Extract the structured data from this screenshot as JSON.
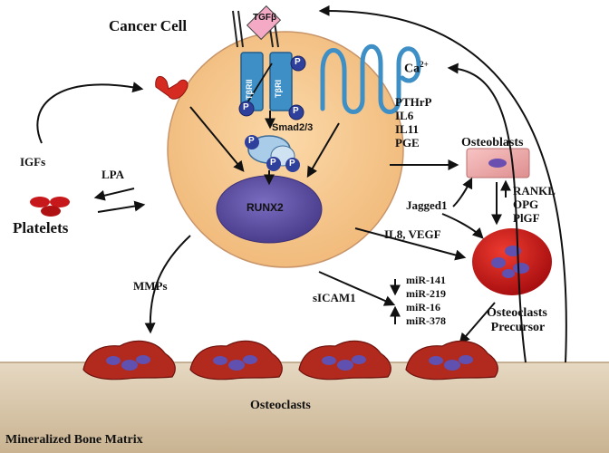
{
  "title": "Cancer Cell",
  "calcium": {
    "base": "Ca",
    "sup": "2+"
  },
  "receptor": {
    "ligand": "TGFβ",
    "r1": "TβRII",
    "r2": "TβRI",
    "phospho": "P"
  },
  "smad": "Smad2/3",
  "runx2": "RUNX2",
  "igfs": "IGFs",
  "lpa": "LPA",
  "platelets": "Platelets",
  "mmps": "MMPs",
  "secreted": [
    "PTHrP",
    "IL6",
    "IL11",
    "PGE"
  ],
  "osteoblasts": "Osteoblasts",
  "jagged": "Jagged1",
  "rankl": [
    "RANKL",
    "OPG",
    "PlGF"
  ],
  "il8": "IL8, VEGF",
  "sicam": "sICAM1",
  "mirs": [
    "miR-141",
    "miR-219",
    "miR-16",
    "miR-378"
  ],
  "precursor": [
    "Osteoclasts",
    "Precursor"
  ],
  "osteoclasts": "Osteoclasts",
  "matrix": "Mineralized Bone Matrix",
  "colors": {
    "cell": "#f8c98e",
    "nucleus": "#5e4fa0",
    "receptor": "#3d8fc6",
    "phospho": "#2f3f9c",
    "tgfb": "#f2a3c2",
    "red": "#d02020",
    "bone": "#d7c4a8",
    "osteoclast": "#b2291e"
  }
}
